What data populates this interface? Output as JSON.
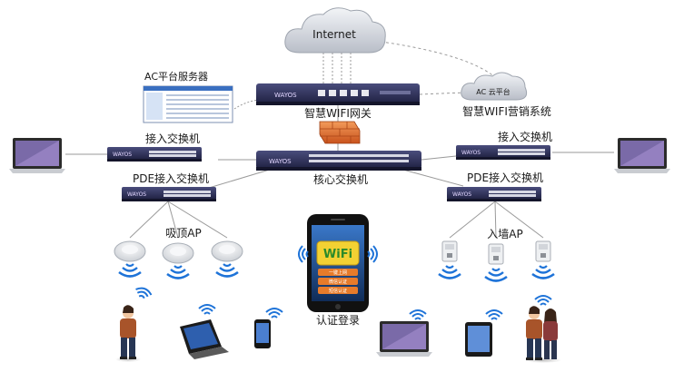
{
  "labels": {
    "internet": "Internet",
    "ac_server": "AC平台服务器",
    "gateway": "智慧WIFI网关",
    "ac_cloud": "AC 云平台",
    "marketing": "智慧WIFI营销系统",
    "access_left": "接入交换机",
    "access_right": "接入交换机",
    "core": "核心交换机",
    "pde_left": "PDE接入交换机",
    "pde_right": "PDE接入交换机",
    "ceiling_ap": "吸顶AP",
    "wall_ap": "入墙AP",
    "auth_login": "认证登录"
  },
  "device_brand": "WAYOS",
  "phone_screen": {
    "wifi": "WiFi",
    "lines": [
      "一键上网",
      "微信认证",
      "短信认证"
    ]
  },
  "colors": {
    "switch_body": "#2b2d52",
    "switch_accent": "#8e3aa8",
    "cloud": "#cfd3da",
    "wifi_signal": "#1e73d8",
    "firewall": "#e06d2e",
    "link_line": "#9a9a9a"
  }
}
